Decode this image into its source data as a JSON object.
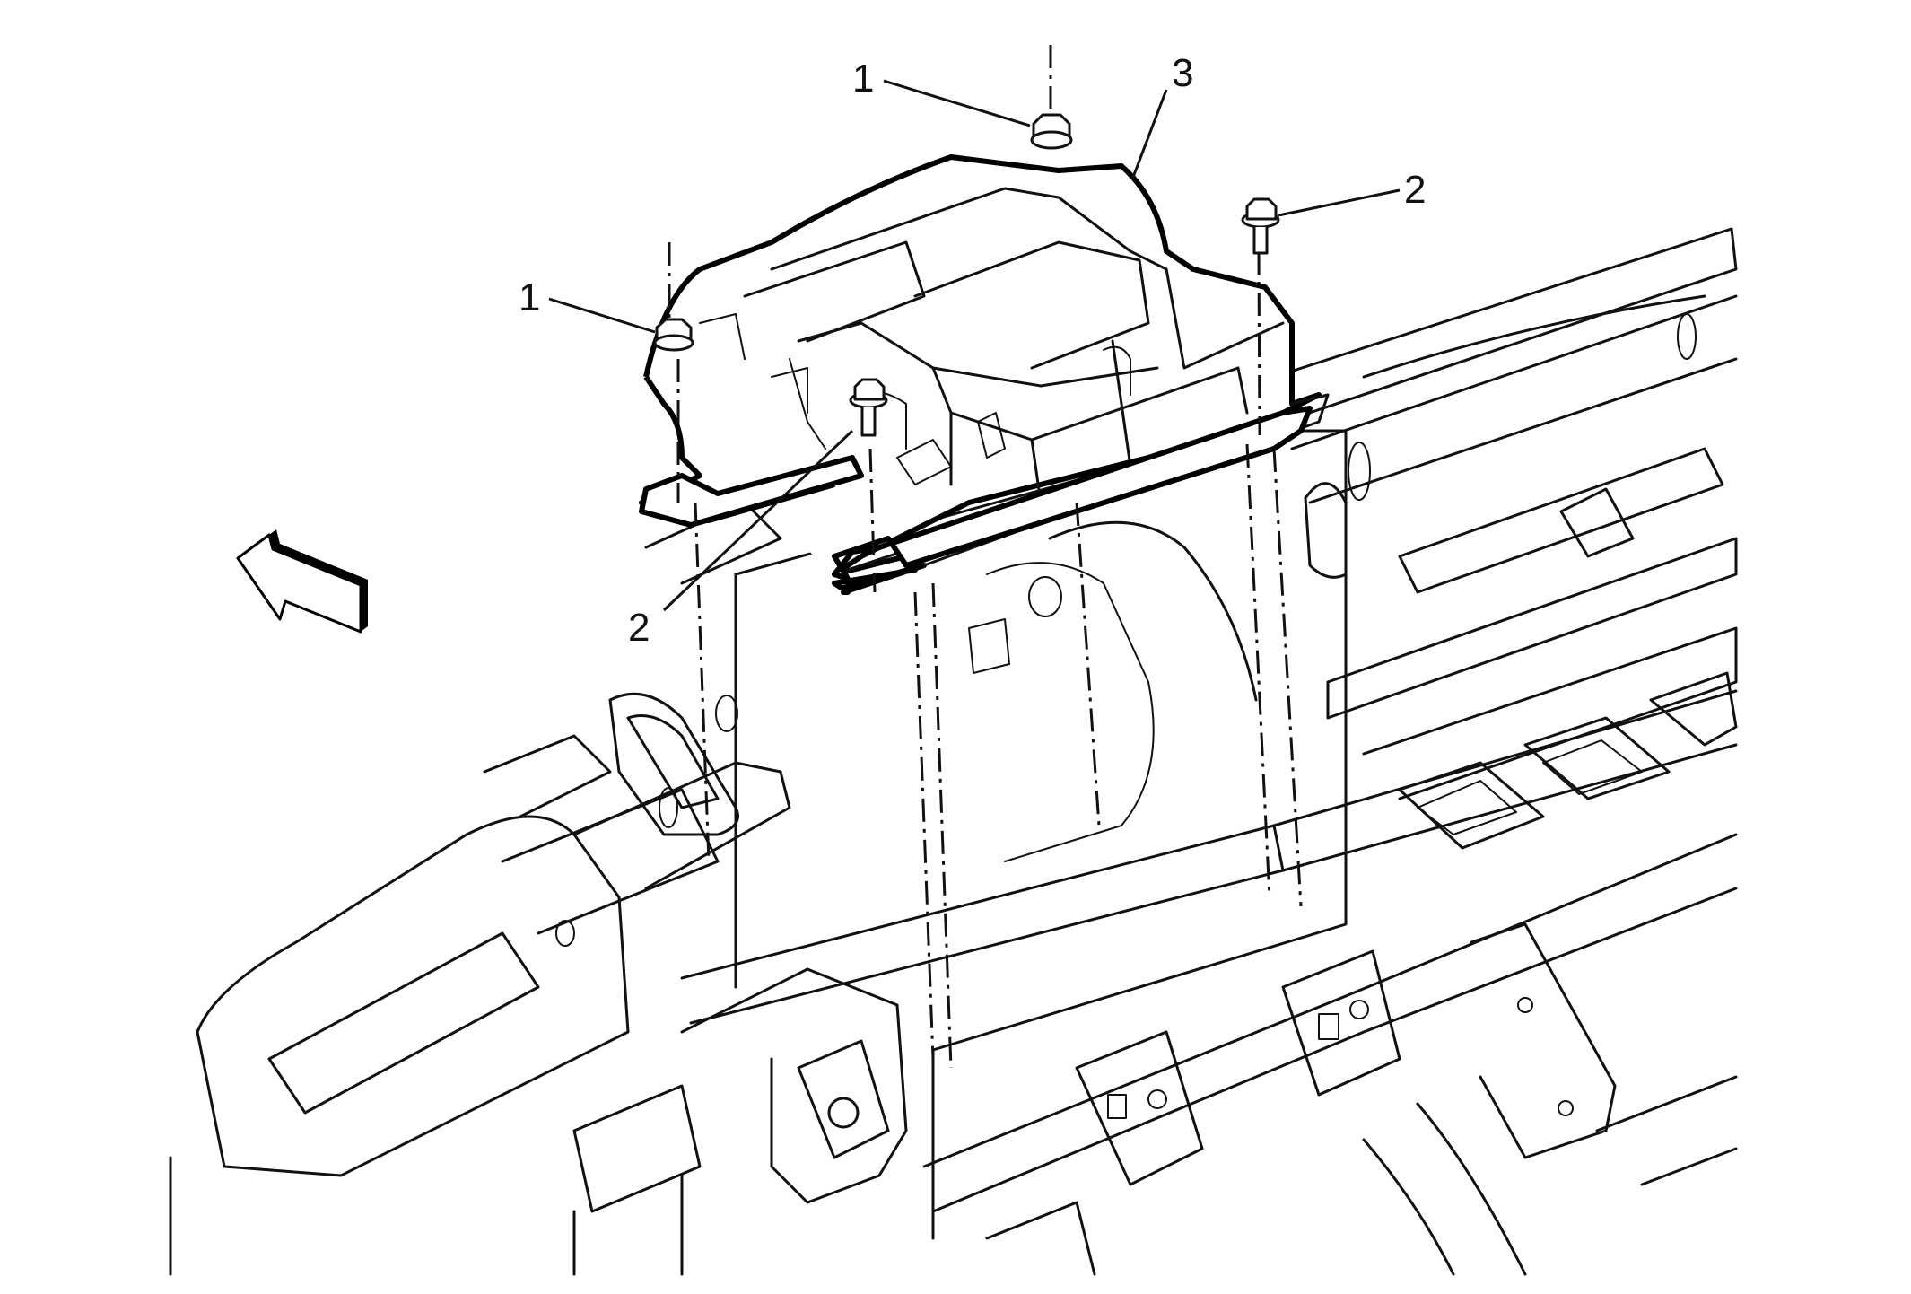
{
  "diagram": {
    "callouts": [
      {
        "id": "c1a",
        "label": "1"
      },
      {
        "id": "c1b",
        "label": "1"
      },
      {
        "id": "c2a",
        "label": "2"
      },
      {
        "id": "c2b",
        "label": "2"
      },
      {
        "id": "c3",
        "label": "3"
      }
    ],
    "icons": [
      "direction-arrow-icon"
    ]
  }
}
